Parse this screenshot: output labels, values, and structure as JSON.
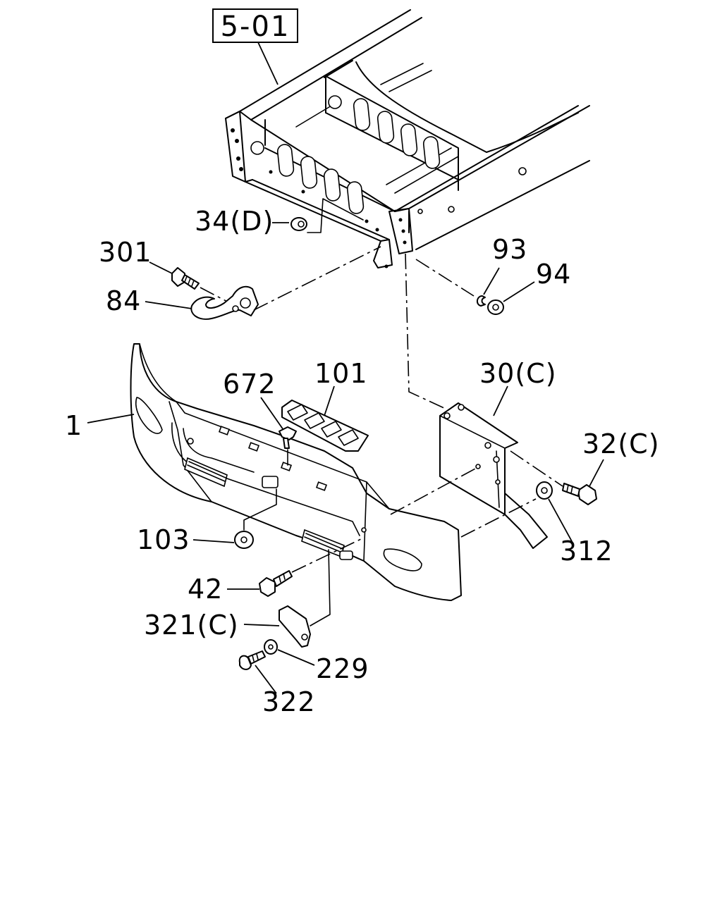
{
  "reference": {
    "label": "5-01"
  },
  "callouts": {
    "c1": "1",
    "c30c": "30(C)",
    "c32c": "32(C)",
    "c34d": "34(D)",
    "c42": "42",
    "c84": "84",
    "c93": "93",
    "c94": "94",
    "c101": "101",
    "c103": "103",
    "c229": "229",
    "c301": "301",
    "c312": "312",
    "c321c": "321(C)",
    "c322": "322",
    "c672": "672"
  }
}
